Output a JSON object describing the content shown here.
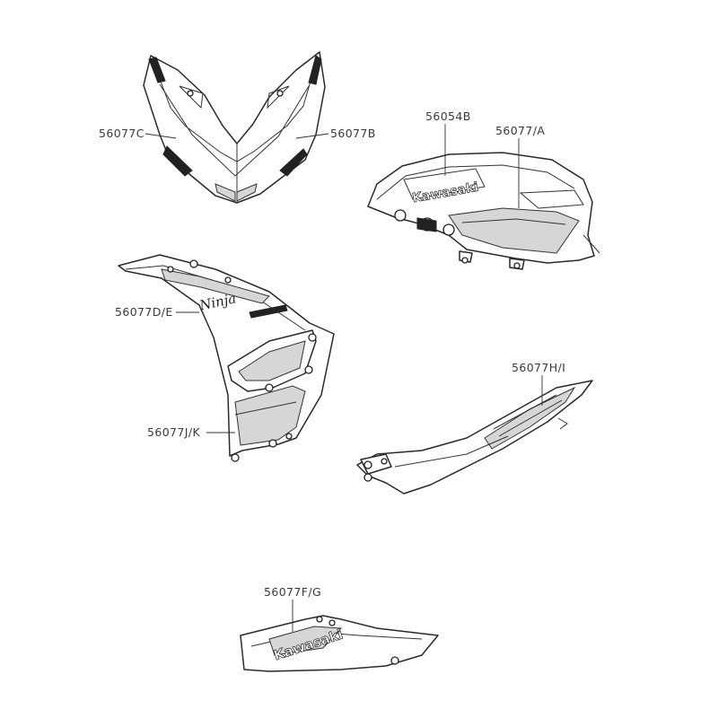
{
  "labels": {
    "front_right": "56077C",
    "front_left": "56077B",
    "tank_emblem": "56054B",
    "tank_stripe": "56077/A",
    "side_upper": "56077D/E",
    "side_lower": "56077J/K",
    "tail": "56077H/I",
    "belly": "56077F/G"
  },
  "decals": {
    "tank_logo": "Kawasaki",
    "belly_logo": "Kawasaki",
    "side_logo": "Ninja"
  }
}
